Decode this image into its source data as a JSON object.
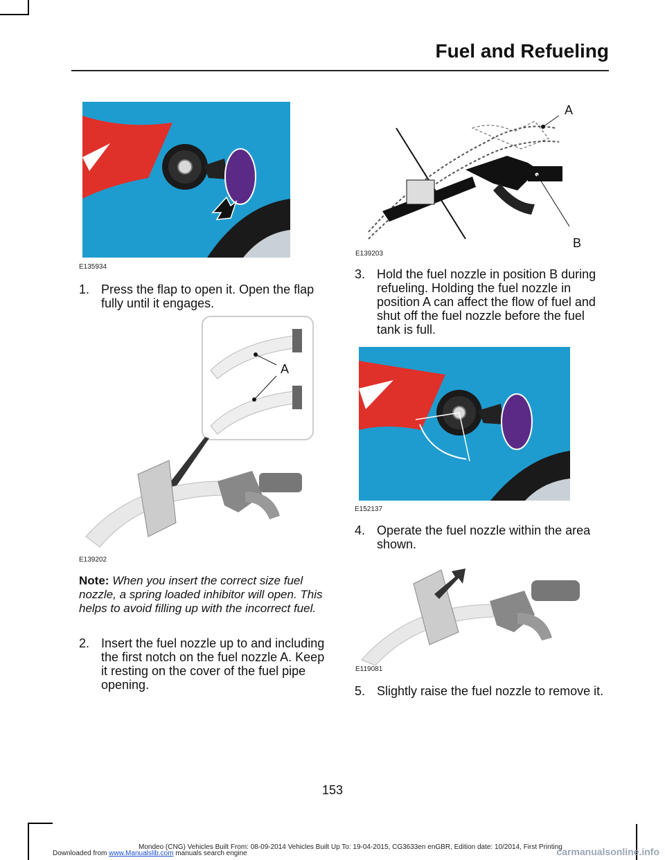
{
  "header": {
    "title": "Fuel and Refueling"
  },
  "figures": {
    "fig1": {
      "code": "E135934"
    },
    "fig2": {
      "code": "E139202",
      "label_a": "A"
    },
    "fig3": {
      "code": "E139203",
      "label_a": "A",
      "label_b": "B"
    },
    "fig4": {
      "code": "E152137"
    },
    "fig5": {
      "code": "E119081"
    }
  },
  "steps": [
    {
      "num": "1.",
      "text": "Press the flap to open it. Open the flap fully until it engages."
    },
    {
      "num": "2.",
      "text": "Insert the fuel nozzle up to and including the first notch on the fuel nozzle A. Keep it resting on the cover of the fuel pipe opening."
    },
    {
      "num": "3.",
      "text": "Hold the fuel nozzle in position B during refueling. Holding the fuel nozzle in position A can affect the flow of fuel and shut off the fuel nozzle before the fuel tank is full."
    },
    {
      "num": "4.",
      "text": "Operate the fuel nozzle within the area shown."
    },
    {
      "num": "5.",
      "text": "Slightly raise the fuel nozzle to remove it."
    }
  ],
  "note": {
    "label": "Note:",
    "text": "When you insert the correct size fuel nozzle, a spring loaded inhibitor will open. This helps to avoid filling up with the incorrect fuel."
  },
  "page_number": "153",
  "footer": {
    "downloaded": "Downloaded from ",
    "link": "www.Manualslib.com",
    "tail": " manuals search engine",
    "text": "Mondeo (CNG) Vehicles Built From: 08-09-2014 Vehicles Built Up To: 19-04-2015, CG3633en enGBR, Edition date: 10/2014, First Printing"
  },
  "watermark": "carmanualsonline.info",
  "colors": {
    "car_blue": "#1f9ccf",
    "flap_purple": "#5b2a86",
    "tail_red": "#e0302a"
  }
}
